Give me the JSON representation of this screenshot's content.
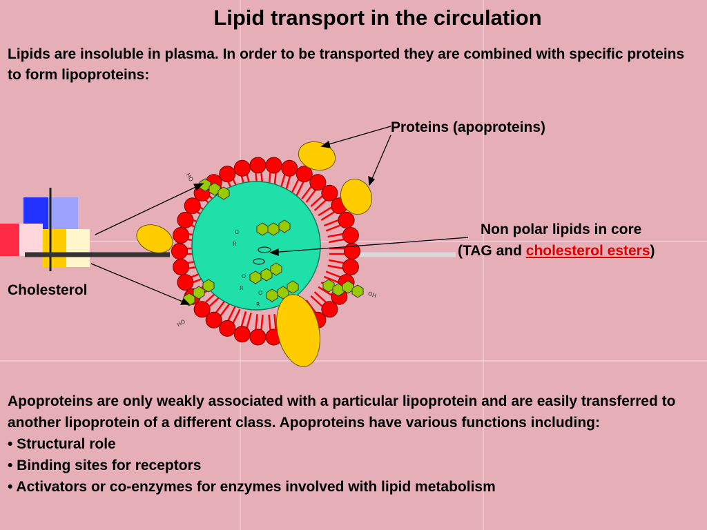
{
  "slide": {
    "title": "Lipid transport in the circulation",
    "intro": "Lipids are insoluble in plasma. In order to be transported they are combined with specific proteins to form lipoproteins:"
  },
  "diagram": {
    "proteins_label": "Proteins (apoproteins)",
    "core_label_line1": "Non polar lipids in core",
    "core_label_line2_prefix": "(TAG and ",
    "core_label_line2_link": "cholesterol esters",
    "core_label_line2_suffix": ")",
    "cholesterol_label": "Cholesterol",
    "chem_ho": "HO",
    "chem_oh": "OH",
    "chem_o": "O",
    "chem_r": "R",
    "colors": {
      "core": "#1ee0a8",
      "phospholipid_head": "#ff0000",
      "protein": "#ffcc00",
      "cholesterol": "#99cc00"
    }
  },
  "body": {
    "paragraph": "Apoproteins are only weakly associated with a particular lipoprotein and are easily transferred to another lipoprotein of a different class. Apoproteins have various functions including:",
    "bullets": [
      "• Structural role",
      "• Binding sites for receptors",
      "• Activators or co-enzymes for enzymes involved with lipid metabolism"
    ]
  }
}
